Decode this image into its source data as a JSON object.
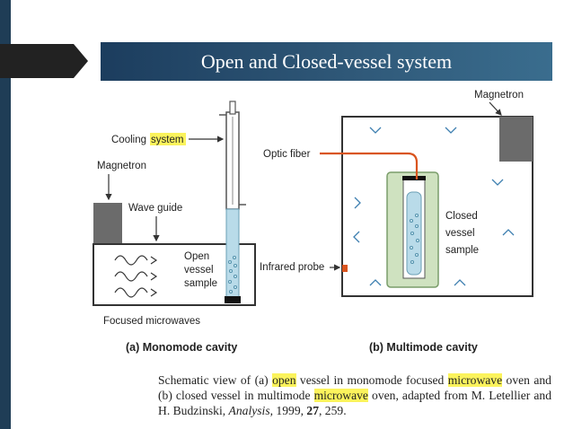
{
  "slide": {
    "title": "Open and Closed-vessel system"
  },
  "diagram_a": {
    "label_cooling": "Cooling",
    "label_system": "system",
    "label_magnetron": "Magnetron",
    "label_wave_guide": "Wave guide",
    "label_open": "Open",
    "label_vessel": "vessel",
    "label_sample": "sample",
    "label_focused": "Focused microwaves",
    "caption": "(a) Monomode cavity"
  },
  "diagram_b": {
    "label_magnetron": "Magnetron",
    "label_optic_fiber": "Optic fiber",
    "label_infrared_probe": "Infrared probe",
    "label_closed": "Closed",
    "label_vessel": "vessel",
    "label_sample": "sample",
    "caption": "(b) Multimode cavity"
  },
  "caption": {
    "p1": "Schematic view of (a) ",
    "p2": "open",
    "p3": " vessel in monomode focused ",
    "p4": "microwave",
    "p5": " oven and (b) closed vessel in multimode ",
    "p6": "microwave",
    "p7": " oven, adapted from M. Letellier and H. Budzinski, ",
    "p8": "Analysis",
    "p9": ", 1999, ",
    "p10": "27",
    "p11": ", 259."
  },
  "colors": {
    "title_bar": "#2f5878",
    "highlight": "#fbf35c",
    "fiber": "#d9541e",
    "vessel_green": "#cfe2c0"
  }
}
